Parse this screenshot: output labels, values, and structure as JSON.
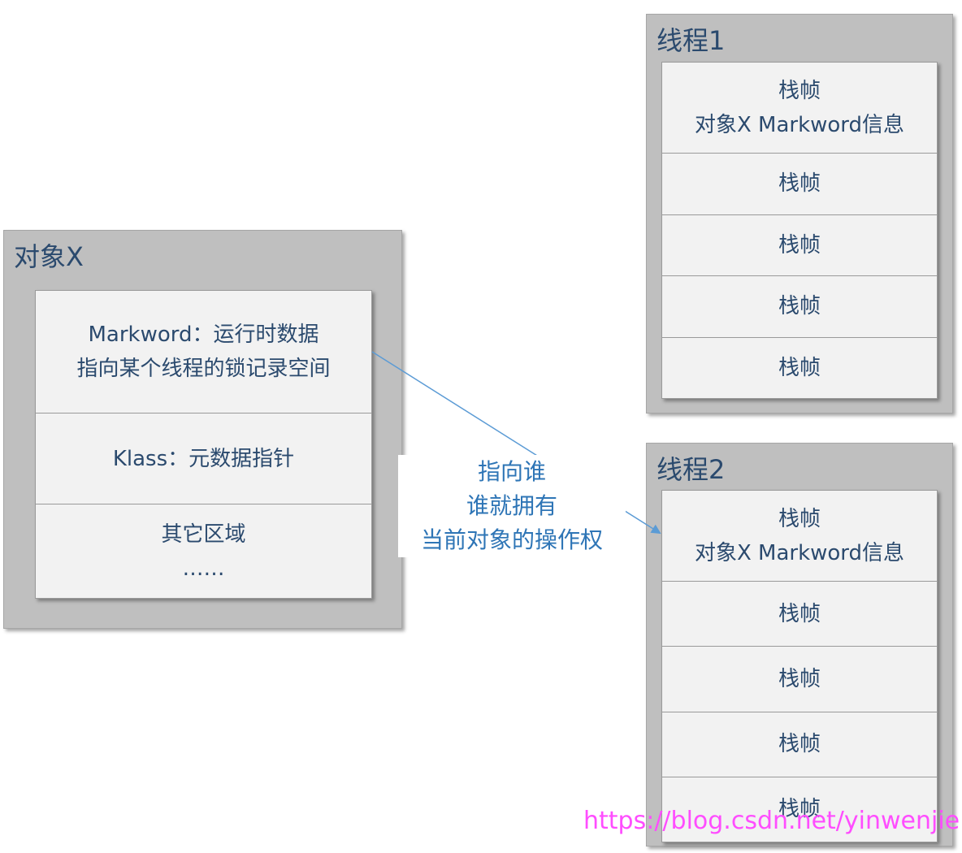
{
  "object": {
    "title": "对象X",
    "cells": [
      [
        "Markword：运行时数据",
        "指向某个线程的锁记录空间"
      ],
      [
        "Klass：元数据指针"
      ],
      [
        "其它区域",
        "……"
      ]
    ]
  },
  "thread1": {
    "title": "线程1",
    "cells": [
      [
        "栈帧",
        "对象X Markword信息"
      ],
      [
        "栈帧"
      ],
      [
        "栈帧"
      ],
      [
        "栈帧"
      ],
      [
        "栈帧"
      ]
    ]
  },
  "thread2": {
    "title": "线程2",
    "cells": [
      [
        "栈帧",
        "对象X Markword信息"
      ],
      [
        "栈帧"
      ],
      [
        "栈帧"
      ],
      [
        "栈帧"
      ],
      [
        "栈帧"
      ]
    ]
  },
  "note": {
    "lines": [
      "指向谁",
      "谁就拥有",
      "当前对象的操作权"
    ]
  },
  "watermark": "https://blog.csdn.net/yinwenjie",
  "colors": {
    "text": "#2b4a6e",
    "arrow": "#5b9bd5",
    "note": "#2e75b6",
    "outer_fill": "#bfbfbf",
    "inner_fill": "#f2f2f2",
    "watermark": "#ff4dff"
  }
}
